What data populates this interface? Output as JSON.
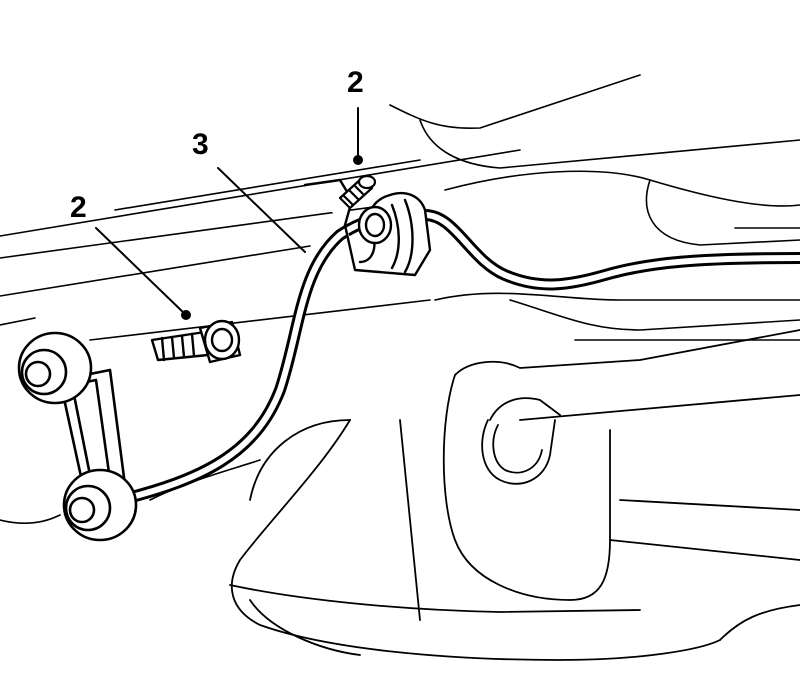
{
  "callouts": [
    {
      "label": "2",
      "part": "bracket-bolt"
    },
    {
      "label": "3",
      "part": "stabilizer-bar"
    },
    {
      "label": "2",
      "part": "link-bolt"
    }
  ],
  "colors": {
    "line": "#000000",
    "background": "#ffffff"
  }
}
